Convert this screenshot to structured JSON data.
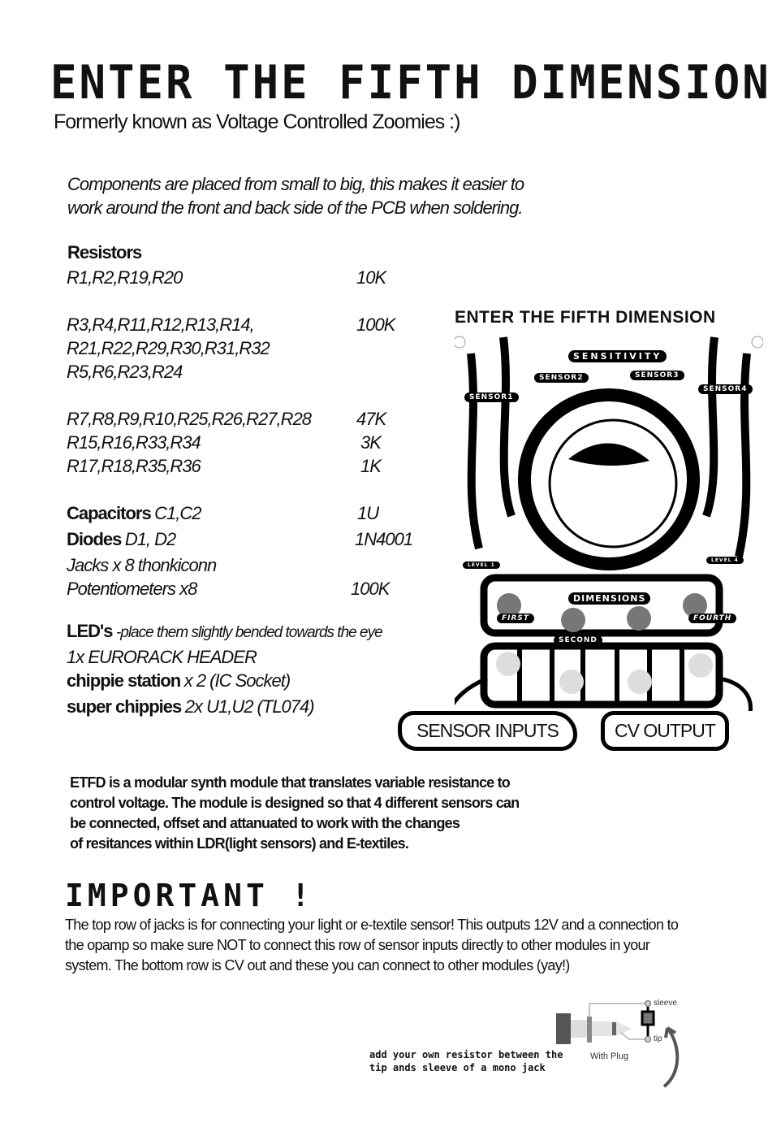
{
  "title": "ENTER THE FIFTH DIMENSION",
  "subtitle": "Formerly known as Voltage Controlled Zoomies :)",
  "intro": [
    "Components are placed from small to big, this makes it easier to",
    "work around the front and back side of the PCB when soldering."
  ],
  "resistors": {
    "heading": "Resistors",
    "rows": [
      {
        "refs": "R1,R2,R19,R20",
        "value": "10K"
      },
      {
        "refs": "R3,R4,R11,R12,R13,R14,",
        "value": "100K"
      },
      {
        "refs": "R21,R22,R29,R30,R31,R32",
        "value": ""
      },
      {
        "refs": "R5,R6,R23,R24",
        "value": ""
      },
      {
        "refs": "R7,R8,R9,R10,R25,R26,R27,R28",
        "value": "47K"
      },
      {
        "refs": "R15,R16,R33,R34",
        "value": "3K"
      },
      {
        "refs": "R17,R18,R35,R36",
        "value": "1K"
      }
    ]
  },
  "other": {
    "cap_label": "Capacitors",
    "cap_refs": "C1,C2",
    "cap_value": "1U",
    "diode_label": "Diodes",
    "diode_refs": "D1, D2",
    "diode_value": "1N4001",
    "jacks": "Jacks x 8 thonkiconn",
    "pots": "Potentiometers x8",
    "pots_value": "100K",
    "led_label": "LED's",
    "led_note": "-place them slightly bended towards the eye",
    "header": "1x EURORACK HEADER",
    "chippie_label": "chippie station",
    "chippie_note": "x 2 (IC Socket)",
    "super_label": "super chippies",
    "super_note": "2x U1,U2 (TL074)"
  },
  "panel": {
    "title": "ENTER THE FIFTH DIMENSION",
    "sensitivity": "SENSITIVITY",
    "sensor1": "SENSOR1",
    "sensor2": "SENSOR2",
    "sensor3": "SENSOR3",
    "sensor4": "SENSOR4",
    "level1": "LEVEL 1",
    "level4": "LEVEL 4",
    "dimensions": "DIMENSIONS",
    "first": "FIRST",
    "second": "SECOND",
    "fourth": "FOURTH",
    "sensor_inputs": "SENSOR INPUTS",
    "cv_output": "CV OUTPUT"
  },
  "description": [
    "ETFD is a modular synth module that translates variable resistance to",
    "control voltage. The module is designed so that 4 different sensors can",
    "be connected, offset and attanuated to work with the changes",
    "of resitances within LDR(light sensors) and E-textiles."
  ],
  "important": {
    "heading": "IMPORTANT !",
    "text": "The top row of jacks is for connecting your light or e-textile sensor! This outputs 12V and a connection to the opamp so make sure NOT to connect this row of sensor inputs directly to other modules in your system. The bottom row is CV out and these you can connect to other modules (yay!)"
  },
  "jack_diagram": {
    "sleeve": "sleeve",
    "tip": "tip",
    "with_plug": "With Plug",
    "note": [
      "add your own resistor between the",
      "tip ands sleeve of a mono jack"
    ]
  }
}
